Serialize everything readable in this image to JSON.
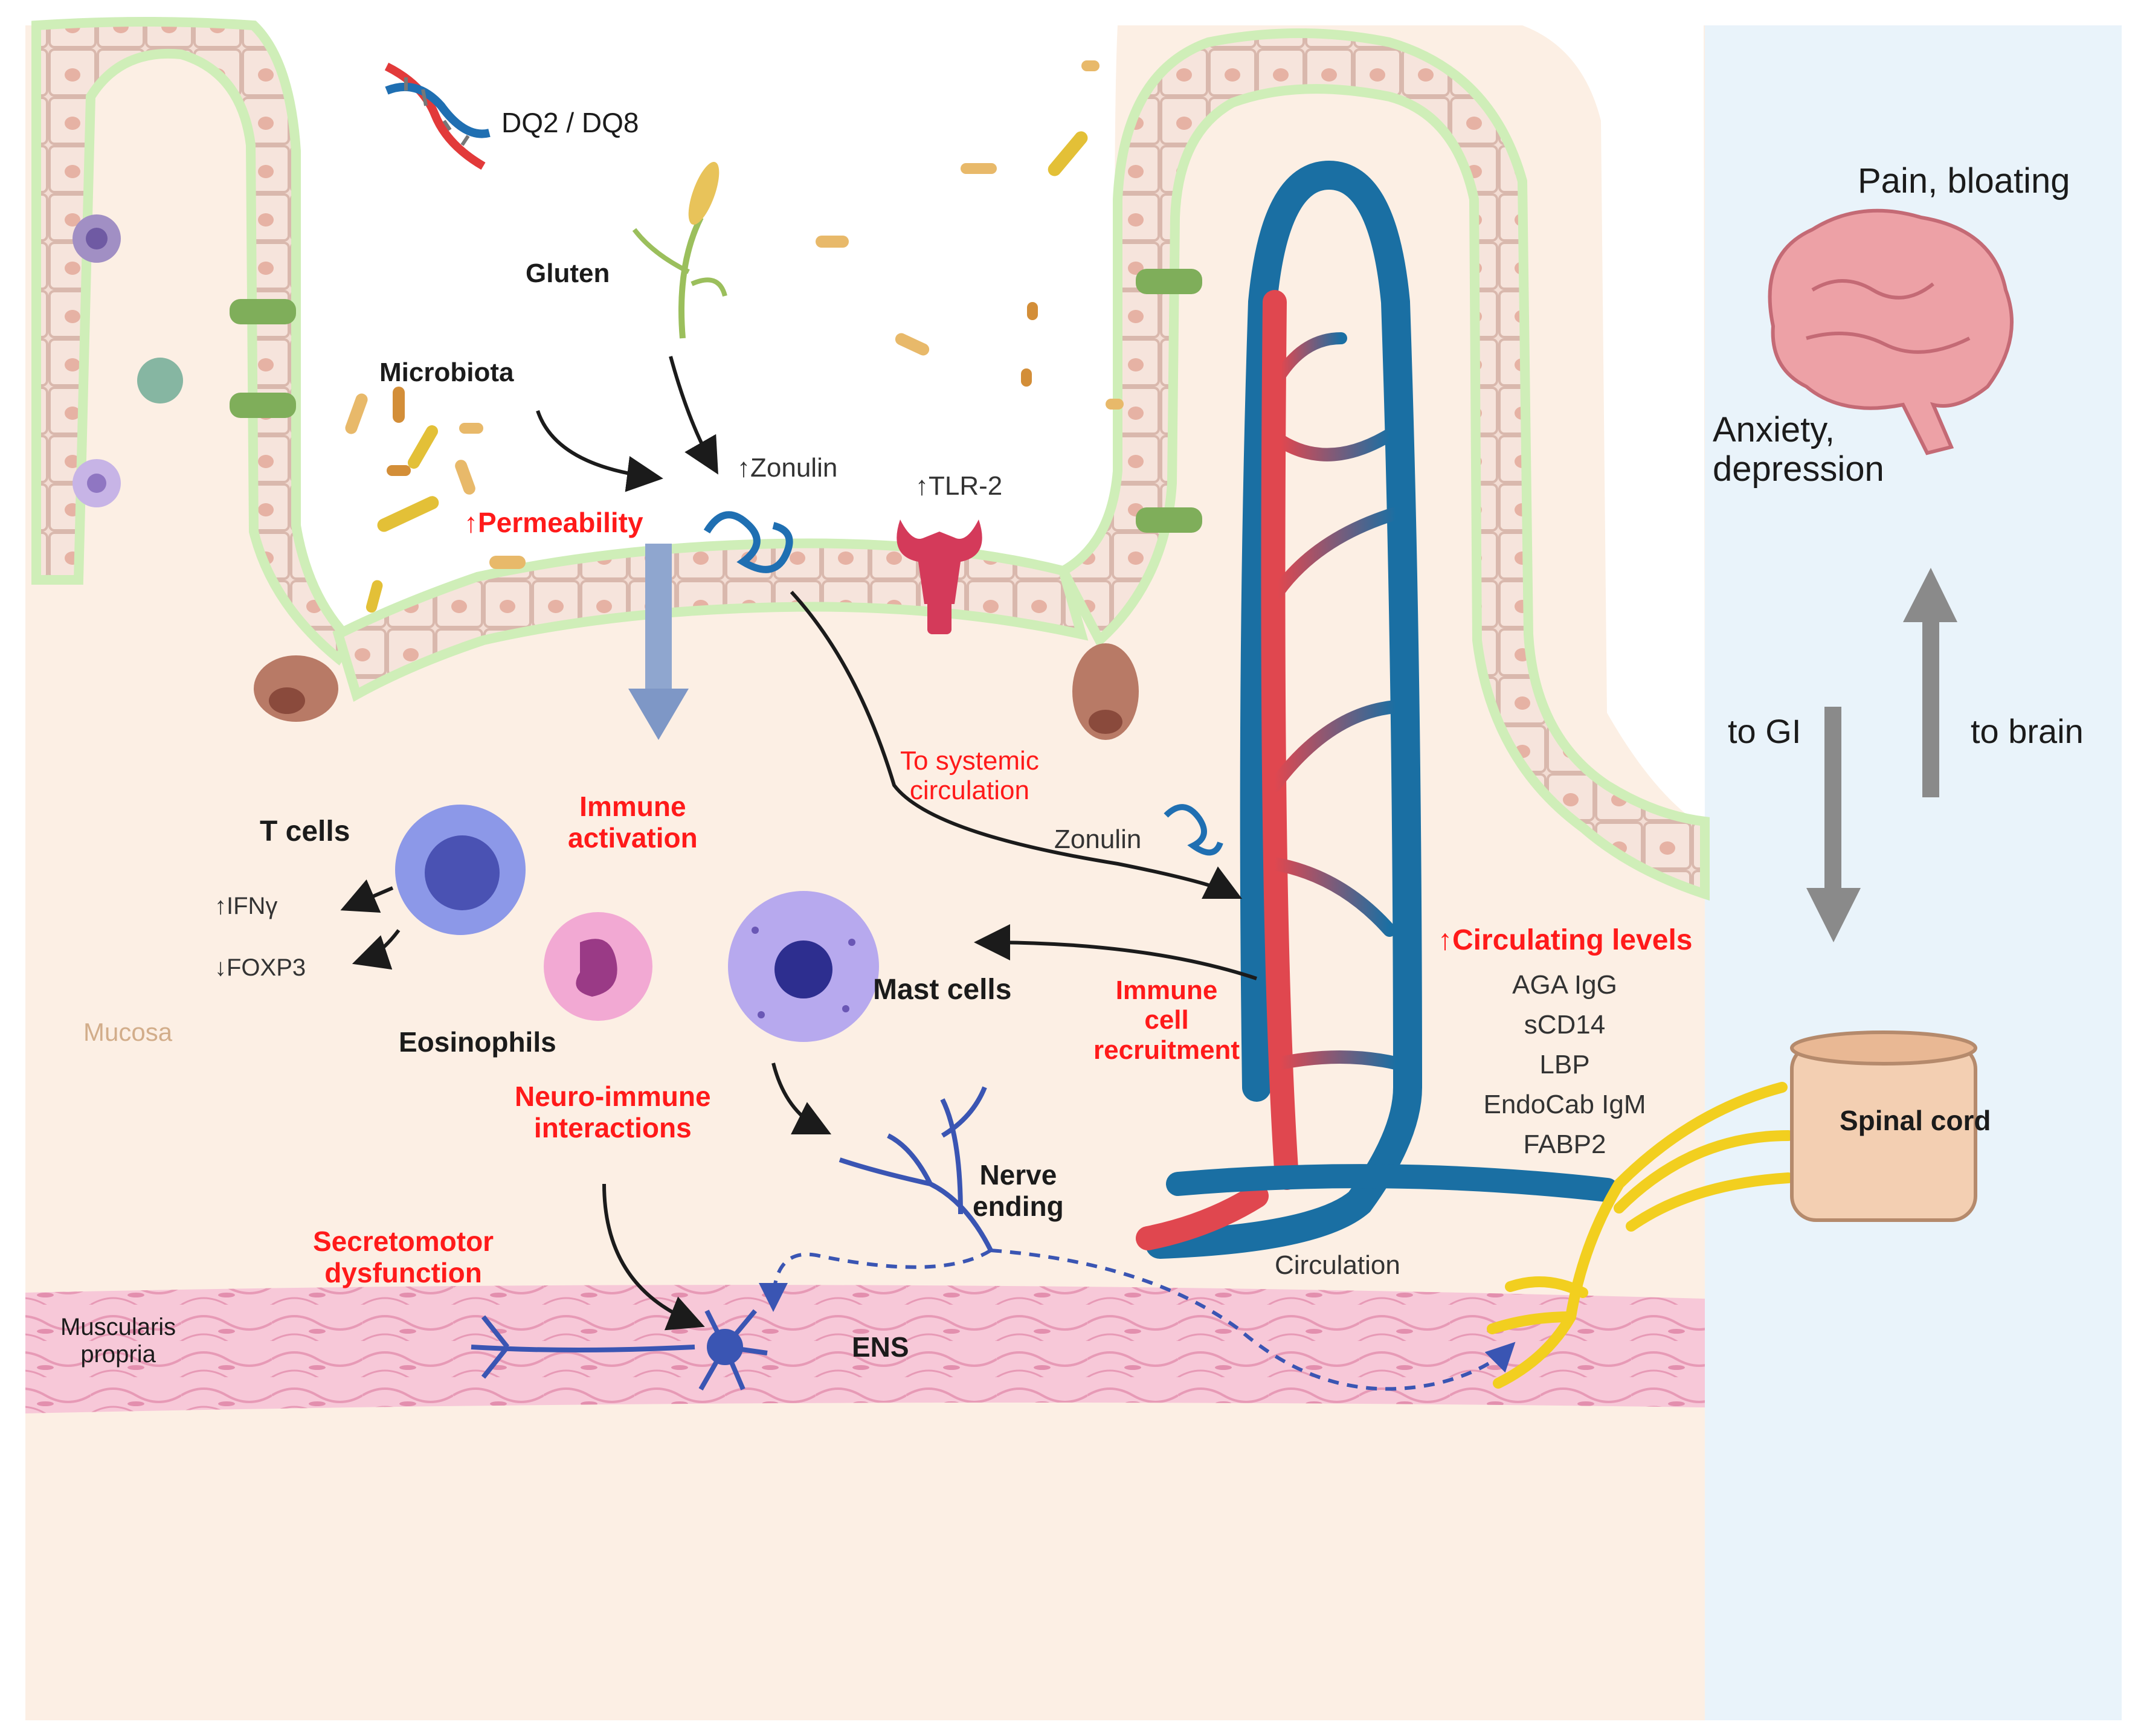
{
  "colors": {
    "mucosa_bg": "#fcefe4",
    "lumen_bg": "#ffffff",
    "epithelium_border": "#cfeeb8",
    "epithelial_cell": "#f3ddd4",
    "muscle_band": "#f7c8d8",
    "right_panel_bg": "#e9f3fa",
    "artery": "#e0474f",
    "vein": "#1a6fa3",
    "red_label": "#ff1a1a",
    "nerve_blue": "#3a55b3",
    "spinal_nerve": "#f2cf1f",
    "arrow_gray": "#8a8a8a",
    "brain": "#e8969b",
    "t_cell": "#8c98e8",
    "eosinophil": "#e98ec8",
    "mast_cell": "#9d8fd9"
  },
  "icons": [
    "dna-icon",
    "wheat-icon",
    "bacteria-icon",
    "zonulin-icon",
    "tlr2-receptor-icon",
    "t-cell-icon",
    "eosinophil-icon",
    "mast-cell-icon",
    "nerve-ending-icon",
    "ens-neuron-icon",
    "brain-icon",
    "spinal-cord-icon",
    "blood-vessel-icon"
  ],
  "labels": {
    "dq": "DQ2 / DQ8",
    "gluten": "Gluten",
    "microbiota": "Microbiota",
    "zonulin_up": "↑Zonulin",
    "tlr2": "↑TLR-2",
    "permeability": "↑Permeability",
    "to_systemic": "To systemic\ncirculation",
    "zonulin": "Zonulin",
    "immune_activation": "Immune\nactivation",
    "t_cells": "T cells",
    "ifng": "↑IFNγ",
    "foxp3": "↓FOXP3",
    "eosinophils": "Eosinophils",
    "mast_cells": "Mast cells",
    "mucosa": "Mucosa",
    "neuro_immune": "Neuro-immune\ninteractions",
    "nerve_ending": "Nerve\nending",
    "secretomotor": "Secretomotor\ndysfunction",
    "muscularis": "Muscularis\npropria",
    "ens": "ENS",
    "immune_recruitment": "Immune\ncell\nrecruitment",
    "circulating_levels": "↑Circulating levels",
    "markers": [
      "AGA IgG",
      "sCD14",
      "LBP",
      "EndoCab IgM",
      "FABP2"
    ],
    "circulation": "Circulation",
    "spinal_cord": "Spinal cord",
    "pain_bloating": "Pain, bloating",
    "anxiety": "Anxiety,\ndepression",
    "to_gi": "to GI",
    "to_brain": "to brain"
  }
}
